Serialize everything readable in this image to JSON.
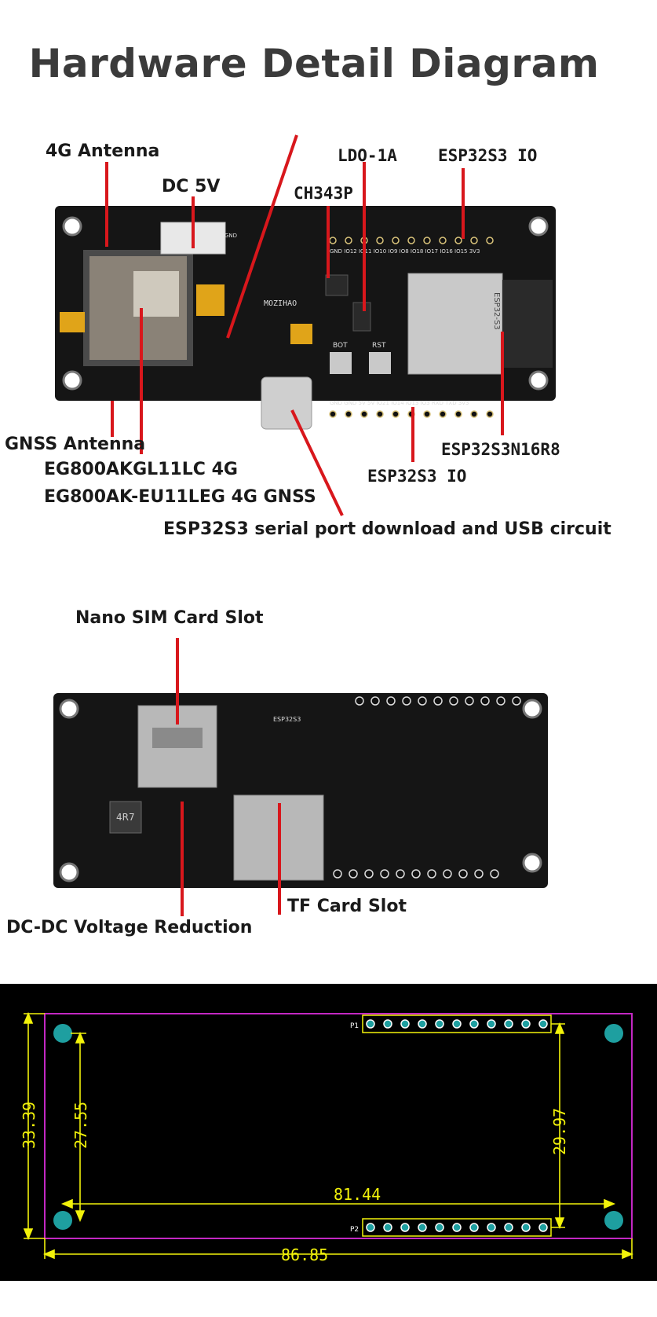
{
  "title": "Hardware Detail Diagram",
  "front_labels": {
    "antenna_4g": "4G Antenna",
    "dc_5v": "DC 5V",
    "ch343p": "CH343P",
    "ldo": "LDO-1A",
    "esp_io_top": "ESP32S3  IO",
    "gnss_antenna": "GNSS Antenna",
    "module_1": "EG800AKGL11LC 4G",
    "module_2": "EG800AK-EU11LEG 4G GNSS",
    "esp_module": "ESP32S3N16R8",
    "esp_io_bottom": "ESP32S3  IO",
    "usb_circuit": "ESP32S3 serial port download and USB circuit"
  },
  "front_board_silk": {
    "brand": "MOZIHAO",
    "bot": "BOT",
    "rst": "RST",
    "p1_pins": "GND IO12 IO11 IO10 IO9 IO8 IO18 IO17 IO16 IO15 3V3",
    "p2_pins": "GND GND 5V 5V IO21 IO14 IO13 IO3 RXD TXD 3V3",
    "module_text": "ESP32-S3",
    "gnd": "GND"
  },
  "back_labels": {
    "nano_sim": "Nano SIM Card Slot",
    "tf_card": "TF Card Slot",
    "dcdc": "DC-DC Voltage Reduction"
  },
  "back_board_silk": {
    "inductor": "4R7",
    "esp": "ESP32S3"
  },
  "dimensions": {
    "height_outer": "33.39",
    "height_inner": "27.55",
    "height_right": "29.97",
    "width_inner": "81.44",
    "width_outer": "86.85",
    "p1": "P1",
    "p2": "P2"
  },
  "colors": {
    "callout": "#d8171c",
    "pcb": "#151515",
    "outline": "#c428c4",
    "dimension": "#f2f20a",
    "pad": "#1e9fa0"
  }
}
